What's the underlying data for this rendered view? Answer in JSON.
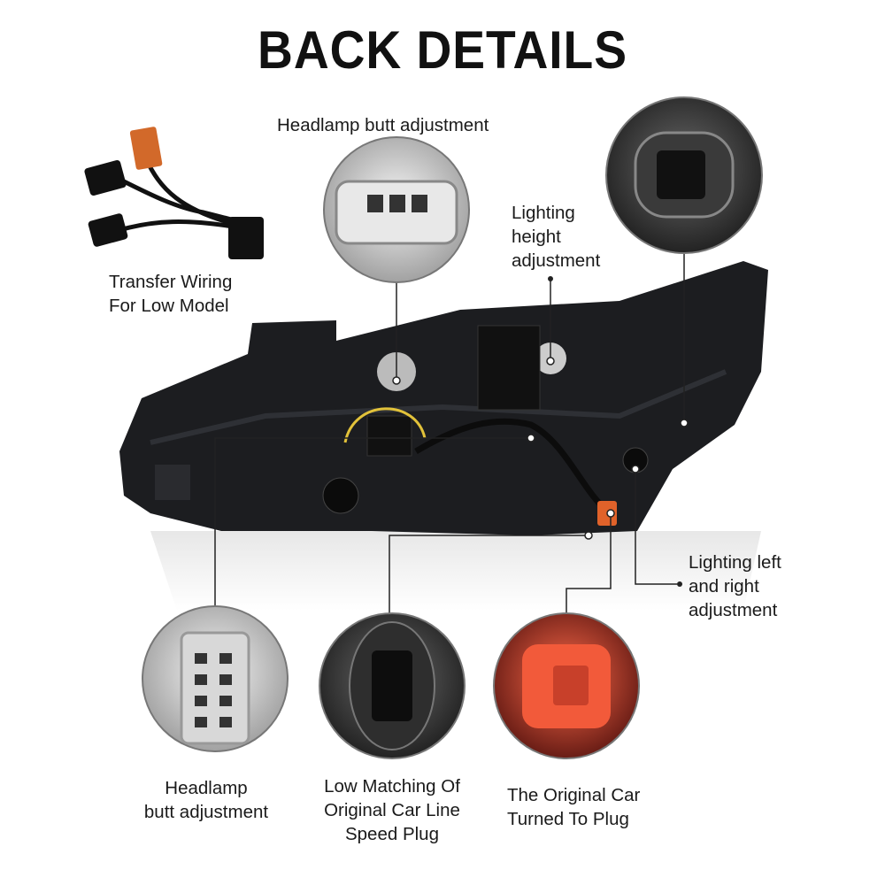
{
  "title": "BACK DETAILS",
  "labels": {
    "transfer_wiring_1": "Transfer Wiring",
    "transfer_wiring_2": "For Low Model",
    "headlamp_butt_top": "Headlamp butt adjustment",
    "lighting_height_1": "Lighting",
    "lighting_height_2": "height",
    "lighting_height_3": "adjustment",
    "lighting_lr_1": "Lighting left",
    "lighting_lr_2": "and right",
    "lighting_lr_3": "adjustment",
    "headlamp_butt_bottom_1": "Headlamp",
    "headlamp_butt_bottom_2": "butt adjustment",
    "low_matching_1": "Low Matching Of",
    "low_matching_2": "Original Car Line",
    "low_matching_3": "Speed Plug",
    "original_car_1": "The Original Car",
    "original_car_2": "Turned To Plug"
  },
  "colors": {
    "line": "#222222",
    "body": "#1c1d20",
    "plug_orange": "#e0622a"
  }
}
